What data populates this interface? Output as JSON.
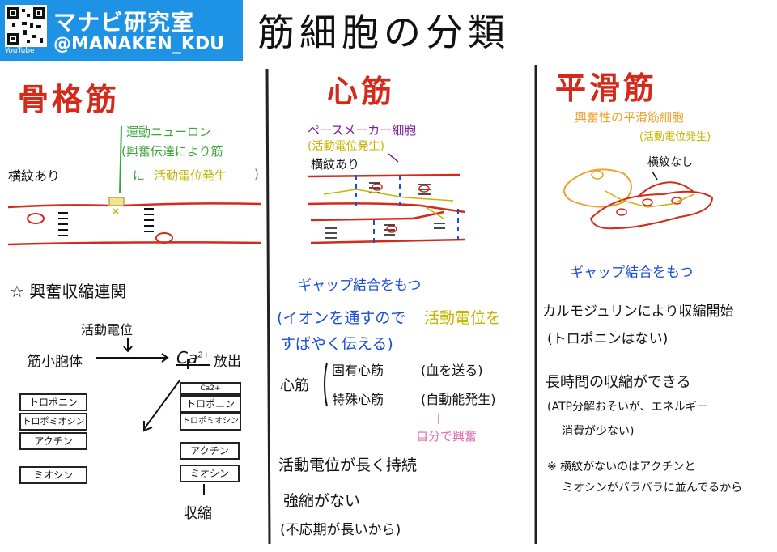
{
  "badge": {
    "title": "マナビ研究室",
    "handle": "@MANAKEN_KDU",
    "youtube": "YouTube"
  },
  "title": "筋細胞の分類",
  "colors": {
    "red": "#d42a1a",
    "blue": "#1c4fd6",
    "purple": "#7a1c9a",
    "green": "#3aa63a",
    "yellow": "#c8b400",
    "orange": "#f0a12c",
    "pink": "#e06bb0",
    "badge": "#1e93e6"
  },
  "skeletal": {
    "heading": "骨格筋",
    "neuron_note": [
      "運動ニューロン",
      "(興奮伝達により筋",
      "に",
      "活動電位発生",
      ")"
    ],
    "striated": "横紋あり",
    "ec_title": "☆ 興奮収縮連関",
    "action_potential": "活動電位",
    "sr": "筋小胞体",
    "ca": "Ca",
    "ca_sup": "2+",
    "release": "放出",
    "left_boxes": [
      "トロポニン",
      "トロポミオシン",
      "アクチン"
    ],
    "myosin": "ミオシン",
    "right_ca": "Ca2+",
    "right_boxes": [
      "トロポニン",
      "トロポミオシン"
    ],
    "actin": "アクチン",
    "myosin2": "ミオシン",
    "contraction": "収縮"
  },
  "cardiac": {
    "heading": "心筋",
    "pacemaker": "ペースメーカー細胞",
    "pacemaker_note": "(活動電位発生)",
    "striated": "横紋あり",
    "gap": "ギャップ結合をもつ",
    "ion_note_1a": "(イオンを通すので",
    "ion_note_1b": "活動電位を",
    "ion_note_2": "すばやく伝える)",
    "label": "心筋",
    "types": [
      "固有心筋",
      "特殊心筋"
    ],
    "roles": [
      "(血を送る)",
      "(自動能発生)"
    ],
    "self_excite": "自分で興奮",
    "long_ap": "活動電位が長く持続",
    "no_tetanus": "強縮がない",
    "refractory": "(不応期が長いから)"
  },
  "smooth": {
    "heading": "平滑筋",
    "excitable": "興奮性の平滑筋細胞",
    "excitable_note": "(活動電位発生)",
    "no_striation": "横紋なし",
    "gap": "ギャップ結合をもつ",
    "calmodulin": "カルモジュリンにより収縮開始",
    "no_troponin": "(トロポニンはない)",
    "long_contraction": "長時間の収縮ができる",
    "atp_1": "(ATP分解おそいが、エネルギー",
    "atp_2": "消費が少ない)",
    "note_1": "※ 横紋がないのはアクチンと",
    "note_2": "ミオシンがバラバラに並んでるから"
  }
}
